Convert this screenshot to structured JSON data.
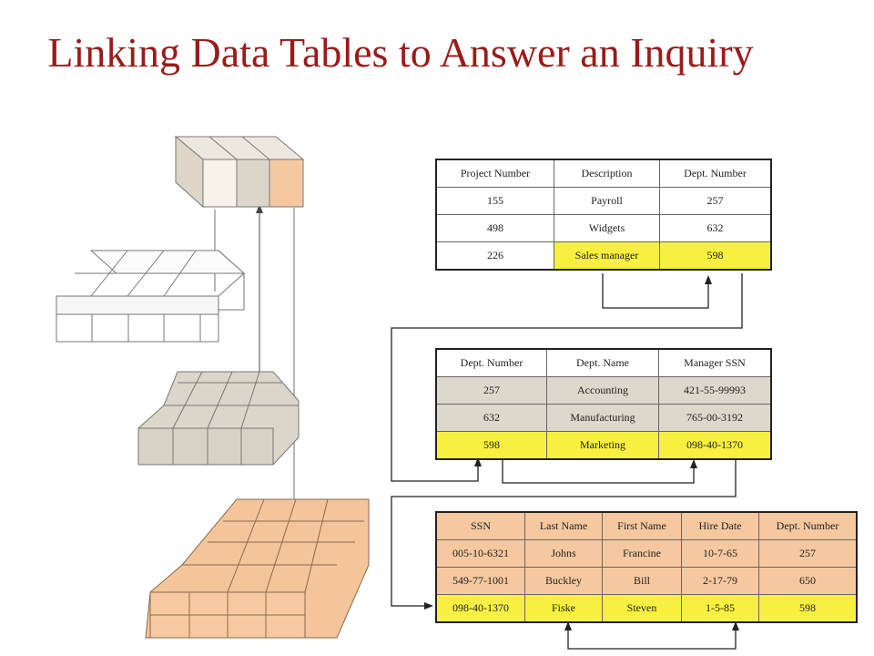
{
  "title": "Linking Data Tables to Answer an Inquiry",
  "colors": {
    "title": "#9a1b1b",
    "highlight": "#f8f040",
    "table2": "#dcd8cc",
    "table3": "#f6c8a0"
  },
  "project_table": {
    "headers": [
      "Project Number",
      "Description",
      "Dept. Number"
    ],
    "rows": [
      [
        "155",
        "Payroll",
        "257"
      ],
      [
        "498",
        "Widgets",
        "632"
      ],
      [
        "226",
        "Sales manager",
        "598"
      ]
    ]
  },
  "dept_table": {
    "headers": [
      "Dept. Number",
      "Dept. Name",
      "Manager SSN"
    ],
    "rows": [
      [
        "257",
        "Accounting",
        "421-55-99993"
      ],
      [
        "632",
        "Manufacturing",
        "765-00-3192"
      ],
      [
        "598",
        "Marketing",
        "098-40-1370"
      ]
    ]
  },
  "employee_table": {
    "headers": [
      "SSN",
      "Last Name",
      "First Name",
      "Hire Date",
      "Dept. Number"
    ],
    "rows": [
      [
        "005-10-6321",
        "Johns",
        "Francine",
        "10-7-65",
        "257"
      ],
      [
        "549-77-1001",
        "Buckley",
        "Bill",
        "2-17-79",
        "650"
      ],
      [
        "098-40-1370",
        "Fiske",
        "Steven",
        "1-5-85",
        "598"
      ]
    ]
  }
}
